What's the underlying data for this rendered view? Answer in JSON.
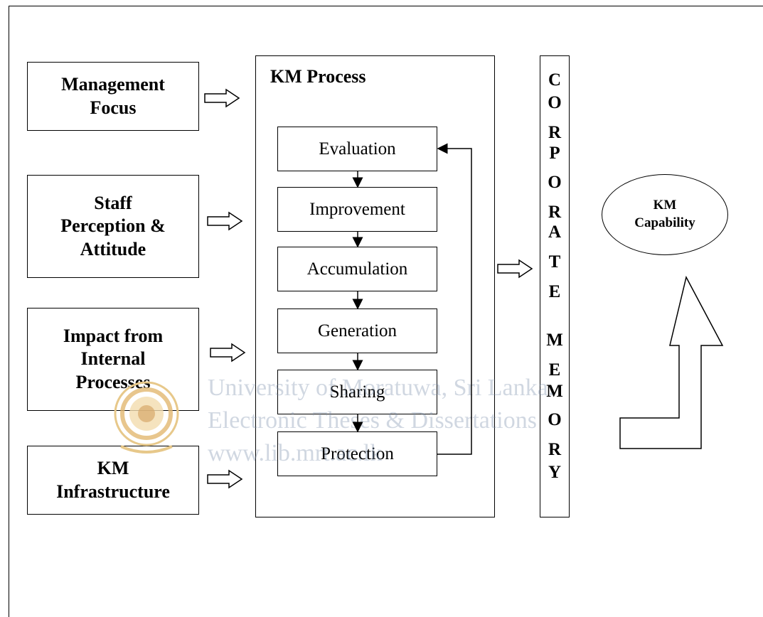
{
  "inputs": [
    {
      "label": "Management\nFocus"
    },
    {
      "label": "Staff\nPerception &\nAttitude"
    },
    {
      "label": "Impact from\nInternal\nProcesses"
    },
    {
      "label": "KM\nInfrastructure"
    }
  ],
  "km_process": {
    "title": "KM Process",
    "steps": [
      "Evaluation",
      "Improvement",
      "Accumulation",
      "Generation",
      "Sharing",
      "Protection"
    ]
  },
  "corporate_memory": {
    "letters": [
      "C",
      "O",
      "R",
      "P",
      "O",
      "R",
      "A",
      "T",
      "E",
      "M",
      "E",
      "M",
      "O",
      "R",
      "Y"
    ]
  },
  "capability": {
    "label": "KM\nCapability"
  },
  "watermark": {
    "line1": "University of Moratuwa, Sri Lanka.",
    "line2": "Electronic Theses & Dissertations",
    "line3": "www.lib.mrt.ac.lk"
  }
}
